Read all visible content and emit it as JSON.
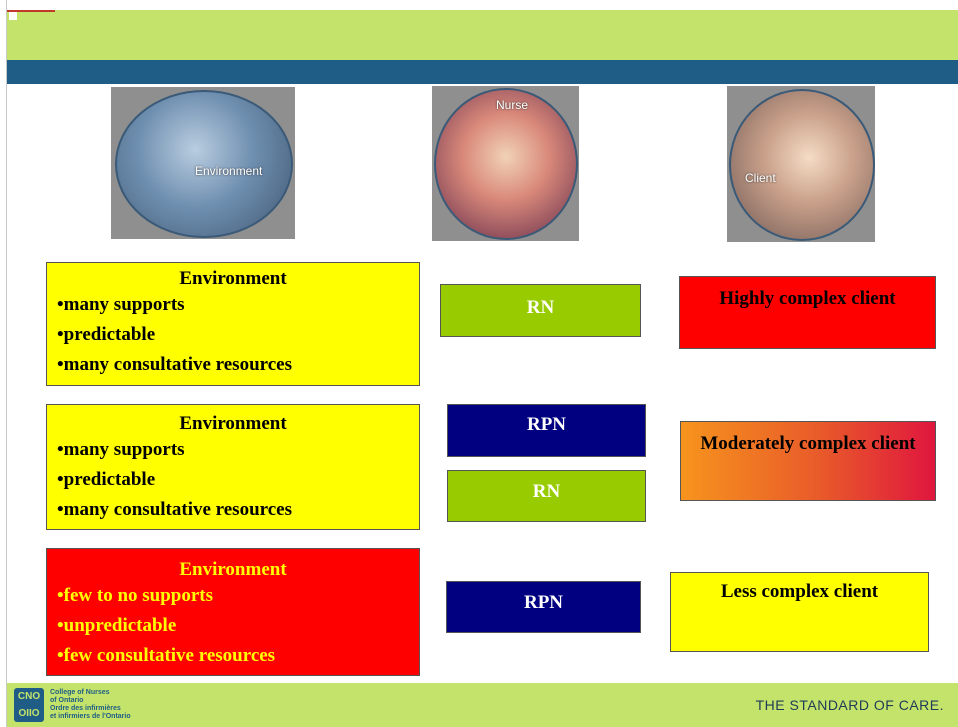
{
  "photos": {
    "environment": "Environment",
    "nurse": "Nurse",
    "client": "Client"
  },
  "rows": [
    {
      "env_title": "Environment",
      "env_items": [
        "many supports",
        "predictable",
        "many consultative resources"
      ],
      "env_color": "#ffff00",
      "nurses": [
        "RN"
      ],
      "client": "Highly complex client"
    },
    {
      "env_title": "Environment",
      "env_items": [
        "many supports",
        "predictable",
        "many consultative resources"
      ],
      "env_color": "#ffff00",
      "nurses": [
        "RPN",
        "RN"
      ],
      "client": "Moderately complex client"
    },
    {
      "env_title": "Environment",
      "env_items": [
        "few to no supports",
        "unpredictable",
        "few consultative resources"
      ],
      "env_color": "#ff0000",
      "nurses": [
        "RPN"
      ],
      "client": "Less complex client"
    }
  ],
  "footer": {
    "logo_mark": "CNO OIIO",
    "logo_line1": "College of Nurses",
    "logo_line2": "of Ontario",
    "logo_line3": "Ordre des infirmières",
    "logo_line4": "et infirmiers de l'Ontario",
    "tagline": "THE STANDARD OF CARE."
  },
  "colors": {
    "band_green": "#c3e36b",
    "band_blue": "#1f5d86",
    "rn_green": "#99cc00",
    "rpn_navy": "#000080"
  }
}
